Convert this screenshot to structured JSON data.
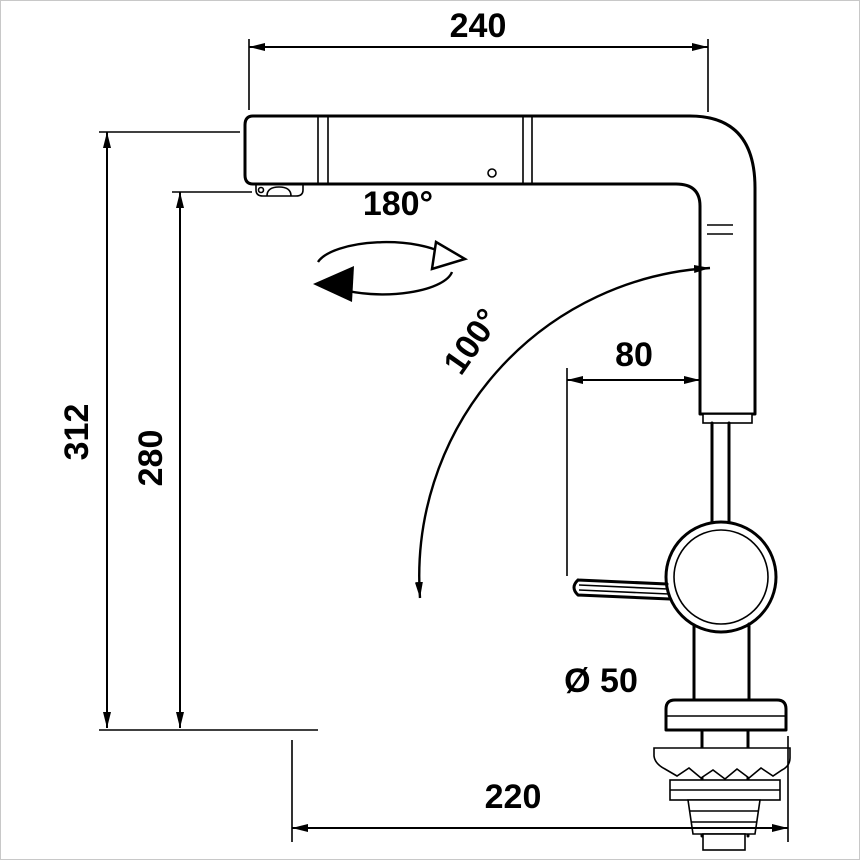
{
  "drawing": {
    "subject": "kitchen-faucet-dimensional-drawing",
    "view": "side-elevation"
  },
  "colors": {
    "ink": "#000000",
    "background": "#ffffff",
    "frame": "#c8c8c8"
  },
  "labels": {
    "dim_top_width": "240",
    "dim_total_height": "312",
    "dim_spout_height": "280",
    "swivel_angle": "180°",
    "handle_angle": "100°",
    "dim_handle_reach": "80",
    "dim_base_diameter": "Ø 50",
    "dim_base_depth": "220"
  }
}
